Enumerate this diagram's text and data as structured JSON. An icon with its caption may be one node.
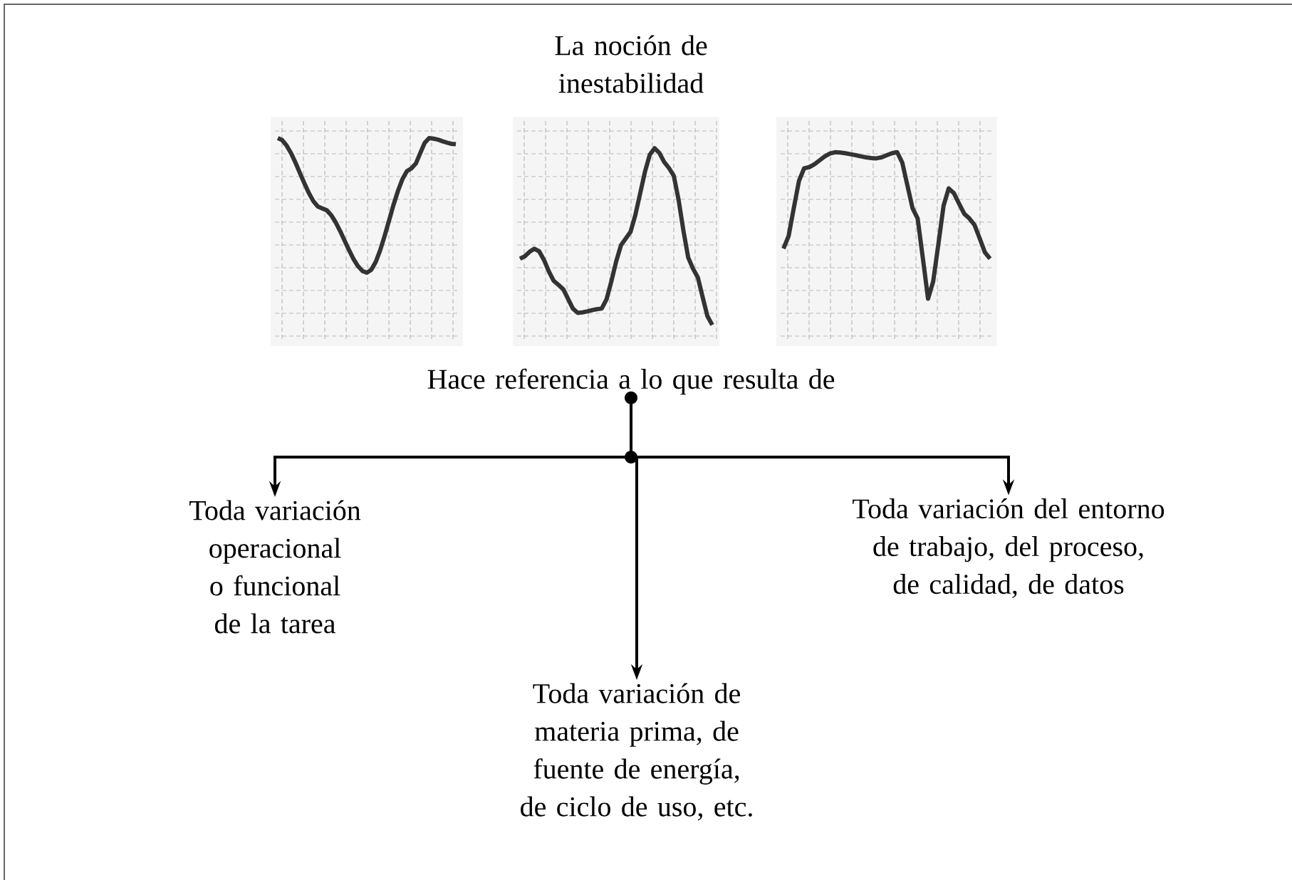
{
  "diagram": {
    "title": "La noción de inestabilidad",
    "nodes": [
      {
        "text": [
          "Hace referencia a lo que resulta de"
        ]
      },
      {
        "text": [
          "Toda variación operacional o funcional de la tarea"
        ]
      },
      {
        "text": [
          "Toda variación de materia prima, de fuente de energía, de ciclo de uso, etc."
        ]
      },
      {
        "text": [
          "Toda variación del entorno de trabajo, del proceso, de calidad, de datos"
        ]
      }
    ],
    "edges": [
      {
        "from": 0,
        "to": 1,
        "arrow": "to"
      },
      {
        "from": 0,
        "to": 2,
        "arrow": "to"
      },
      {
        "from": 0,
        "to": 3,
        "arrow": "to"
      }
    ]
  }
}
